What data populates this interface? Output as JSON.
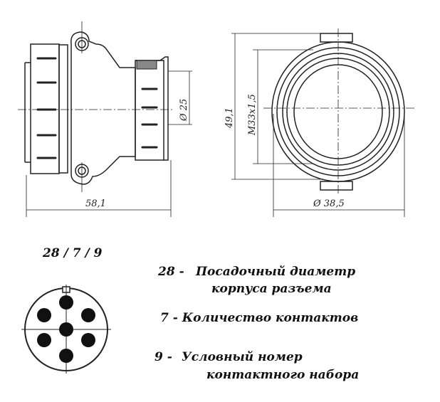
{
  "drawing": {
    "dimensions": {
      "length": "58,1",
      "rear_diameter": "Ø 25",
      "height": "49,1",
      "thread": "M33x1,5",
      "outer_diameter": "Ø 38,5"
    }
  },
  "code": "28 / 7 / 9",
  "legend": {
    "line1_num": "28 -",
    "line1_a": "Посадочный диаметр",
    "line1_b": "корпуса разъема",
    "line2": "7 - Количество контактов",
    "line3_num": "9 -",
    "line3_a": "Условный номер",
    "line3_b": "контактного набора"
  },
  "pin_count": 7
}
